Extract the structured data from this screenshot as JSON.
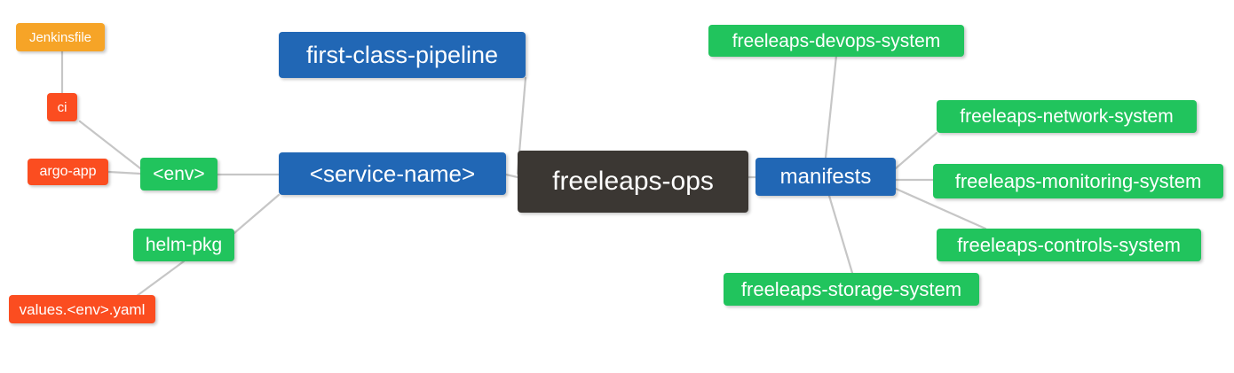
{
  "diagram": {
    "type": "mindmap",
    "title": "freeleaps-ops",
    "background": "#ffffff",
    "edge_color": "#c6c6c6",
    "palette": {
      "root": "#3b3733",
      "blue": "#2167b5",
      "green": "#21c45d",
      "orange": "#f6a427",
      "red": "#fb4d20",
      "text": "#ffffff"
    }
  },
  "nodes": {
    "root": {
      "label": "freeleaps-ops",
      "color": "#3b3733"
    },
    "first_class_pipeline": {
      "label": "first-class-pipeline",
      "color": "#2167b5"
    },
    "service_name": {
      "label": "<service-name>",
      "color": "#2167b5"
    },
    "manifests": {
      "label": "manifests",
      "color": "#2167b5"
    },
    "env": {
      "label": "<env>",
      "color": "#21c45d"
    },
    "helm_pkg": {
      "label": "helm-pkg",
      "color": "#21c45d"
    },
    "ci": {
      "label": "ci",
      "color": "#fb4d20"
    },
    "argo_app": {
      "label": "argo-app",
      "color": "#fb4d20"
    },
    "jenkinsfile": {
      "label": "Jenkinsfile",
      "color": "#f6a427"
    },
    "values_yaml": {
      "label": "values.<env>.yaml",
      "color": "#fb4d20"
    },
    "devops_system": {
      "label": "freeleaps-devops-system",
      "color": "#21c45d"
    },
    "network_system": {
      "label": "freeleaps-network-system",
      "color": "#21c45d"
    },
    "monitoring_system": {
      "label": "freeleaps-monitoring-system",
      "color": "#21c45d"
    },
    "controls_system": {
      "label": "freeleaps-controls-system",
      "color": "#21c45d"
    },
    "storage_system": {
      "label": "freeleaps-storage-system",
      "color": "#21c45d"
    }
  },
  "edges": [
    {
      "from": "root",
      "to": "first_class_pipeline"
    },
    {
      "from": "root",
      "to": "service_name"
    },
    {
      "from": "root",
      "to": "manifests"
    },
    {
      "from": "service_name",
      "to": "env"
    },
    {
      "from": "service_name",
      "to": "helm_pkg"
    },
    {
      "from": "env",
      "to": "ci"
    },
    {
      "from": "env",
      "to": "argo_app"
    },
    {
      "from": "ci",
      "to": "jenkinsfile"
    },
    {
      "from": "helm_pkg",
      "to": "values_yaml"
    },
    {
      "from": "manifests",
      "to": "devops_system"
    },
    {
      "from": "manifests",
      "to": "network_system"
    },
    {
      "from": "manifests",
      "to": "monitoring_system"
    },
    {
      "from": "manifests",
      "to": "controls_system"
    },
    {
      "from": "manifests",
      "to": "storage_system"
    }
  ]
}
